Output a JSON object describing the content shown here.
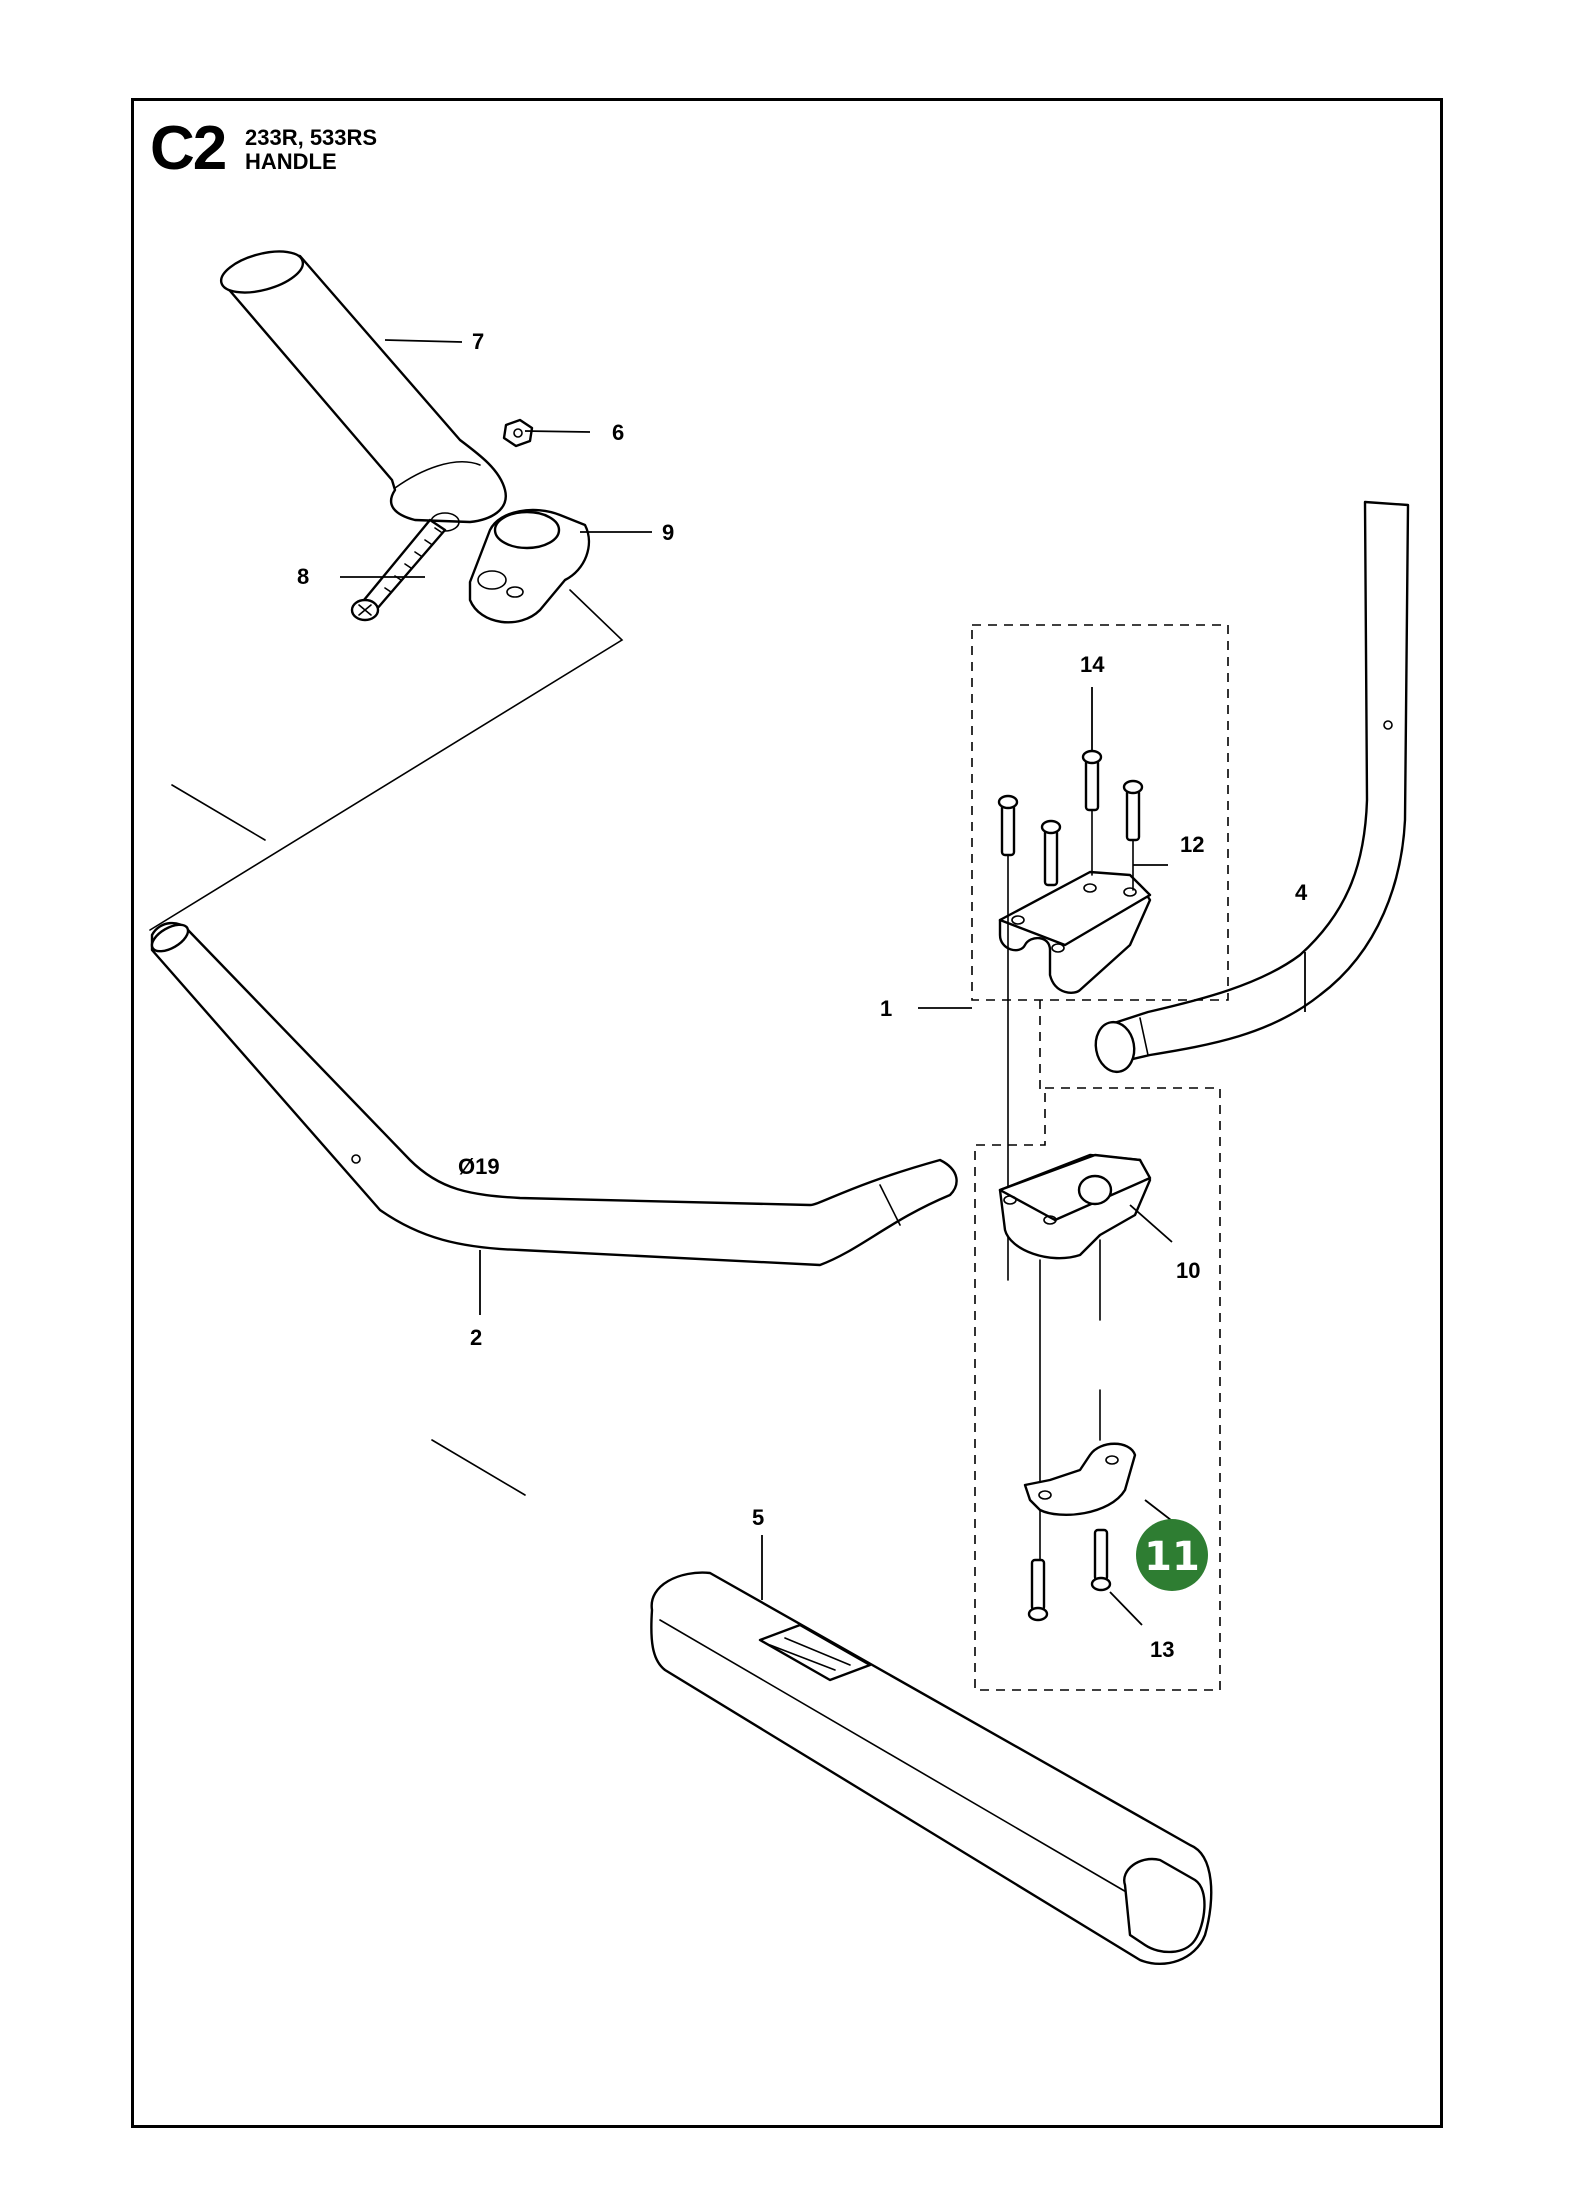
{
  "header": {
    "code": "C2",
    "models": "233R, 533RS",
    "title": "HANDLE"
  },
  "dimension_label": "Ø19",
  "callouts": [
    {
      "id": "1",
      "label": "1"
    },
    {
      "id": "2",
      "label": "2"
    },
    {
      "id": "4",
      "label": "4"
    },
    {
      "id": "5",
      "label": "5"
    },
    {
      "id": "6",
      "label": "6"
    },
    {
      "id": "7",
      "label": "7"
    },
    {
      "id": "8",
      "label": "8"
    },
    {
      "id": "9",
      "label": "9"
    },
    {
      "id": "10",
      "label": "10"
    },
    {
      "id": "12",
      "label": "12"
    },
    {
      "id": "13",
      "label": "13"
    },
    {
      "id": "14",
      "label": "14"
    }
  ],
  "highlight": {
    "label": "11",
    "color": "#2e7d32"
  }
}
